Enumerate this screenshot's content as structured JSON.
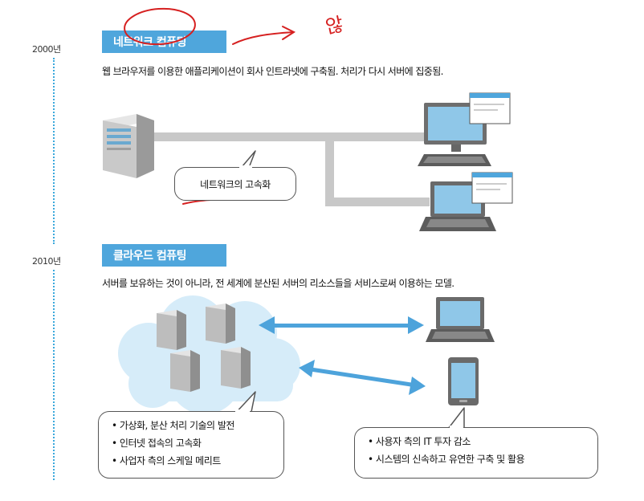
{
  "section_2000": {
    "year": "2000년",
    "title": "네트워크 컴퓨팅",
    "description": "웹 브라우저를 이용한 애플리케이션이 회사 인트라넷에 구축됨. 처리가 다시 서버에 집중됨.",
    "bubble": "네트워크의 고속화",
    "handwriting": "않"
  },
  "section_2010": {
    "year": "2010년",
    "title": "클라우드 컴퓨팅",
    "description": "서버를 보유하는 것이 아니라, 전 세계에 분산된 서버의 리소스들을 서비스로써 이용하는 모델.",
    "left_points": [
      "가상화, 분산 처리 기술의 발전",
      "인터넷 접속의 고속화",
      "사업자 측의 스케일 메리트"
    ],
    "right_points": [
      "사용자 측의 IT 투자 감소",
      "시스템의 신속하고 유연한 구축 및 활용"
    ]
  },
  "colors": {
    "accent": "#4fa6dc",
    "cloud": "#d6ecf9",
    "arrow": "#4da3db",
    "annotation": "#d62020"
  }
}
